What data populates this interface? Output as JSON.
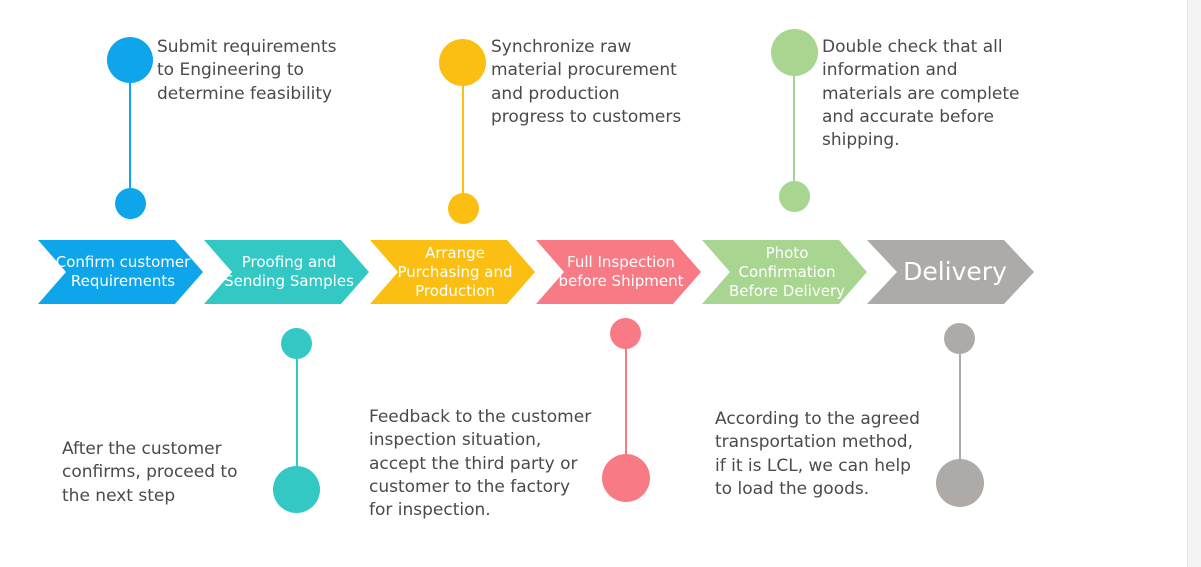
{
  "steps": [
    {
      "label": "Confirm customer\nRequirements",
      "color": "#0ea5ea"
    },
    {
      "label": "Proofing and\nSending Samples",
      "color": "#34c8c4"
    },
    {
      "label": "Arrange\nPurchasing and\nProduction",
      "color": "#fbbf13"
    },
    {
      "label": "Full Inspection\nbefore Shipment",
      "color": "#f87a85"
    },
    {
      "label": "Photo\nConfirmation\nBefore Delivery",
      "color": "#a8d590"
    },
    {
      "label": "Delivery",
      "color": "#aeaaa7"
    }
  ],
  "descriptions": [
    "Submit requirements\nto Engineering to\ndetermine feasibility",
    "After the customer\nconfirms, proceed to\nthe next step",
    "Synchronize raw\nmaterial procurement\nand production\nprogress to customers",
    "Feedback to the customer\ninspection situation,\naccept the third party or\ncustomer to the factory\nfor inspection.",
    "Double check that all\ninformation and\nmaterials are complete\nand accurate before\nshipping.",
    "According to the agreed\ntransportation method,\nif it is LCL, we can help\nto load the goods."
  ]
}
